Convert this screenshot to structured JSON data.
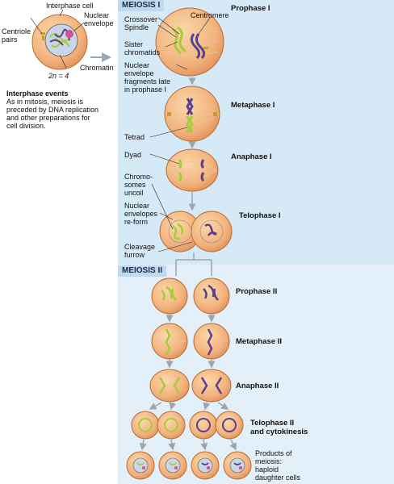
{
  "meiosis_i": {
    "heading": "MEIOSIS I"
  },
  "meiosis_ii": {
    "heading": "MEIOSIS II"
  },
  "interphase": {
    "cell_label": "Interphase cell",
    "nuclear_envelope": "Nuclear\nenvelope",
    "centriole_pairs": "Centriole\npairs",
    "chromatin": "Chromatin",
    "ploidy": "2n = 4",
    "events_title": "Interphase events",
    "events_text": "As in mitosis, meiosis is\npreceded by DNA replication\nand other preparations for\ncell division."
  },
  "labels": {
    "crossover": "Crossover",
    "spindle": "Spindle",
    "sister_chromatids": "Sister\nchromatids",
    "nuclear_envelope_fragments": "Nuclear\nenvelope\nfragments late\nin prophase I",
    "centromere": "Centromere",
    "tetrad": "Tetrad",
    "dyad": "Dyad",
    "chromosomes_uncoil": "Chromo-\nsomes\nuncoil",
    "nuclear_envelopes_reform": "Nuclear\nenvelopes\nre-form",
    "cleavage_furrow": "Cleavage\nfurrow",
    "products": "Products of\nmeiosis:\nhaploid\ndaughter cells"
  },
  "stages": {
    "prophase_i": "Prophase I",
    "metaphase_i": "Metaphase I",
    "anaphase_i": "Anaphase I",
    "telophase_i": "Telophase I",
    "prophase_ii": "Prophase II",
    "metaphase_ii": "Metaphase II",
    "anaphase_ii": "Anaphase II",
    "telophase_ii": "Telophase II\nand cytokinesis"
  },
  "colors": {
    "panel_meiosis_i": "#d6e9f6",
    "panel_meiosis_ii": "#e3f0f9",
    "cell_fill": "#f2b27c",
    "cell_outline": "#b86a32",
    "chromosome_green": "#a6cc3a",
    "chromosome_purple": "#5b3f8f",
    "arrow": "#9aa6b2"
  }
}
